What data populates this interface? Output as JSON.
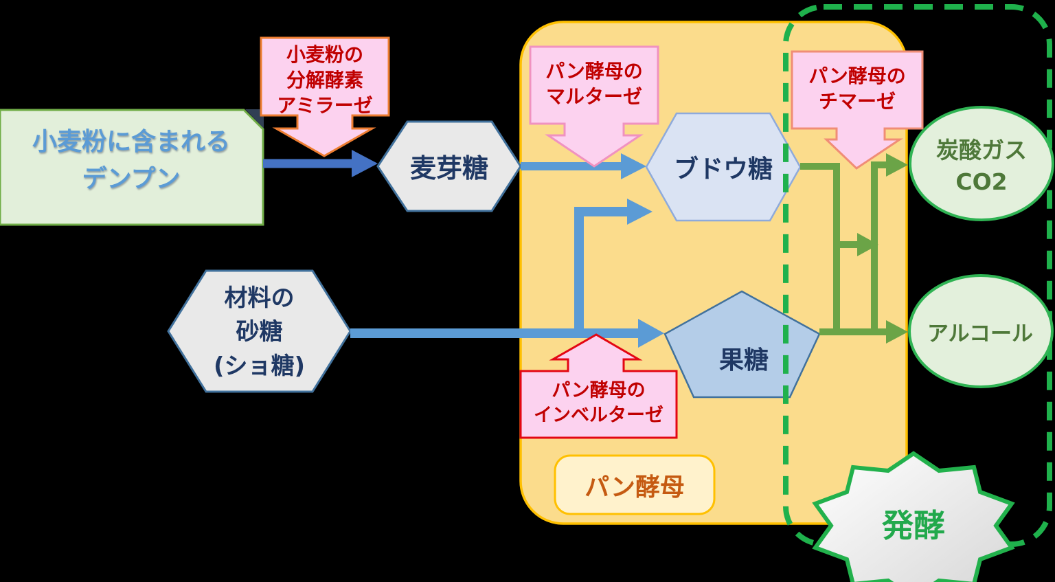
{
  "diagram_title": "bread-yeast-fermentation-flow",
  "nodes": {
    "starch": {
      "line1": "小麦粉に含まれる",
      "line2": "デンプン"
    },
    "maltose": {
      "label": "麦芽糖"
    },
    "glucose": {
      "label": "ブドウ糖"
    },
    "sugar": {
      "line1": "材料の",
      "line2": "砂糖",
      "line3": "(ショ糖)"
    },
    "fructose": {
      "label": "果糖"
    },
    "co2": {
      "line1": "炭酸ガス",
      "line2": "CO2"
    },
    "alcohol": {
      "label": "アルコール"
    }
  },
  "enzymes": {
    "amylase": {
      "line1": "小麦粉の",
      "line2": "分解酵素",
      "line3": "アミラーゼ"
    },
    "maltase": {
      "line1": "パン酵母の",
      "line2": "マルターゼ"
    },
    "invertase": {
      "line1": "パン酵母の",
      "line2": "インベルターゼ"
    },
    "zymase": {
      "line1": "パン酵母の",
      "line2": "チマーゼ"
    }
  },
  "regions": {
    "yeast": {
      "label": "パン酵母"
    },
    "fermentation": {
      "label": "発酵"
    }
  },
  "colors": {
    "background": "#000000",
    "starch_box_fill": "#E2EFDA",
    "starch_box_border": "#70AD47",
    "starch_text": "#5B9BD5",
    "hexagon_gray_fill": "#E9E9E9",
    "hexagon_gray_border": "#41719C",
    "glucose_fill": "#DAE3F3",
    "glucose_border": "#8EAADB",
    "fructose_fill": "#B4CDE8",
    "node_text": "#1F3864",
    "yeast_region_fill": "#FBDC8C",
    "yeast_region_border": "#FFC000",
    "yeast_label_fill": "#FFF2CC",
    "yeast_label_text": "#C55A11",
    "callout_fill": "#FCD2EF",
    "callout_text": "#C00000",
    "amylase_border": "#ED7D31",
    "maltase_border": "#F092C0",
    "invertase_border": "#E30613",
    "zymase_border": "#F08D76",
    "arrow_dark_blue": "#4472C4",
    "arrow_light_blue": "#5B9BD5",
    "arrow_green": "#6BA447",
    "fermentation_dash": "#1FB14C",
    "output_ellipse_fill": "#E3F0DC",
    "output_ellipse_border": "#2FB353",
    "output_text": "#4E7839",
    "fermentation_text": "#22A94C"
  }
}
